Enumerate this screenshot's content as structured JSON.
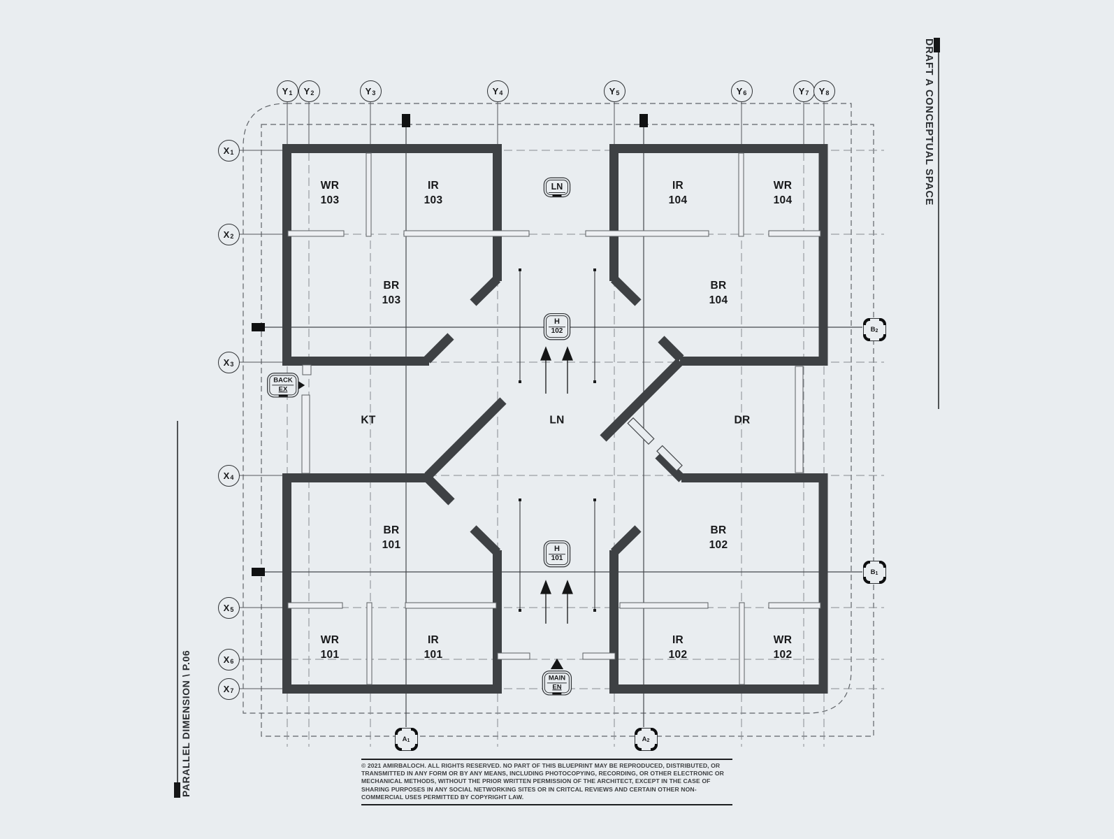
{
  "page": {
    "background": "#e9edf0",
    "wall_color": "#3e4144",
    "line_color": "#6a6e72",
    "text_color": "#17181a"
  },
  "side_annotations": {
    "right_text": "DRAFT A CONCEPTUAL SPACE",
    "left_text": "PARALLEL DIMENSION \\ P.06"
  },
  "copyright": "© 2021 AMIRBALOCH. ALL RIGHTS RESERVED. NO PART OF THIS BLUEPRINT MAY BE REPRODUCED, DISTRIBUTED, OR TRANSMITTED IN ANY FORM OR BY ANY MEANS, INCLUDING PHOTOCOPYING, RECORDING, OR OTHER ELECTRONIC OR MECHANICAL METHODS, WITHOUT THE PRIOR WRITTEN PERMISSION OF THE ARCHITECT, EXCEPT IN THE CASE OF SHARING PURPOSES IN ANY SOCIAL NETWORKING SITES OR IN CRITCAL REVIEWS AND CERTAIN OTHER NON-COMMERCIAL USES PERMITTED BY COPYRIGHT LAW.",
  "grid": {
    "y": [
      {
        "label": "Y",
        "sub": "1"
      },
      {
        "label": "Y",
        "sub": "2"
      },
      {
        "label": "Y",
        "sub": "3"
      },
      {
        "label": "Y",
        "sub": "4"
      },
      {
        "label": "Y",
        "sub": "5"
      },
      {
        "label": "Y",
        "sub": "6"
      },
      {
        "label": "Y",
        "sub": "7"
      },
      {
        "label": "Y",
        "sub": "8"
      }
    ],
    "x": [
      {
        "label": "X",
        "sub": "1"
      },
      {
        "label": "X",
        "sub": "2"
      },
      {
        "label": "X",
        "sub": "3"
      },
      {
        "label": "X",
        "sub": "4"
      },
      {
        "label": "X",
        "sub": "5"
      },
      {
        "label": "X",
        "sub": "6"
      },
      {
        "label": "X",
        "sub": "7"
      }
    ]
  },
  "rooms": {
    "wr103": {
      "name": "WR",
      "num": "103"
    },
    "ir103": {
      "name": "IR",
      "num": "103"
    },
    "br103": {
      "name": "BR",
      "num": "103"
    },
    "ir104": {
      "name": "IR",
      "num": "104"
    },
    "wr104": {
      "name": "WR",
      "num": "104"
    },
    "br104": {
      "name": "BR",
      "num": "104"
    },
    "br101": {
      "name": "BR",
      "num": "101"
    },
    "wr101": {
      "name": "WR",
      "num": "101"
    },
    "ir101": {
      "name": "IR",
      "num": "101"
    },
    "br102": {
      "name": "BR",
      "num": "102"
    },
    "ir102": {
      "name": "IR",
      "num": "102"
    },
    "wr102": {
      "name": "WR",
      "num": "102"
    },
    "kt": {
      "name": "KT"
    },
    "ln": {
      "name": "LN"
    },
    "dr": {
      "name": "DR"
    }
  },
  "tags": {
    "ln_upper": {
      "label": "LN"
    },
    "hall_upper": {
      "label": "H",
      "num": "102"
    },
    "hall_lower": {
      "label": "H",
      "num": "101"
    },
    "main_entrance": {
      "line1": "MAIN",
      "line2": "EN"
    },
    "back_exit": {
      "line1": "BACK",
      "line2": "EX"
    }
  },
  "markers": {
    "a1": {
      "label": "A",
      "sub": "1"
    },
    "a2": {
      "label": "A",
      "sub": "2"
    },
    "b1": {
      "label": "B",
      "sub": "1"
    },
    "b2": {
      "label": "B",
      "sub": "2"
    }
  }
}
